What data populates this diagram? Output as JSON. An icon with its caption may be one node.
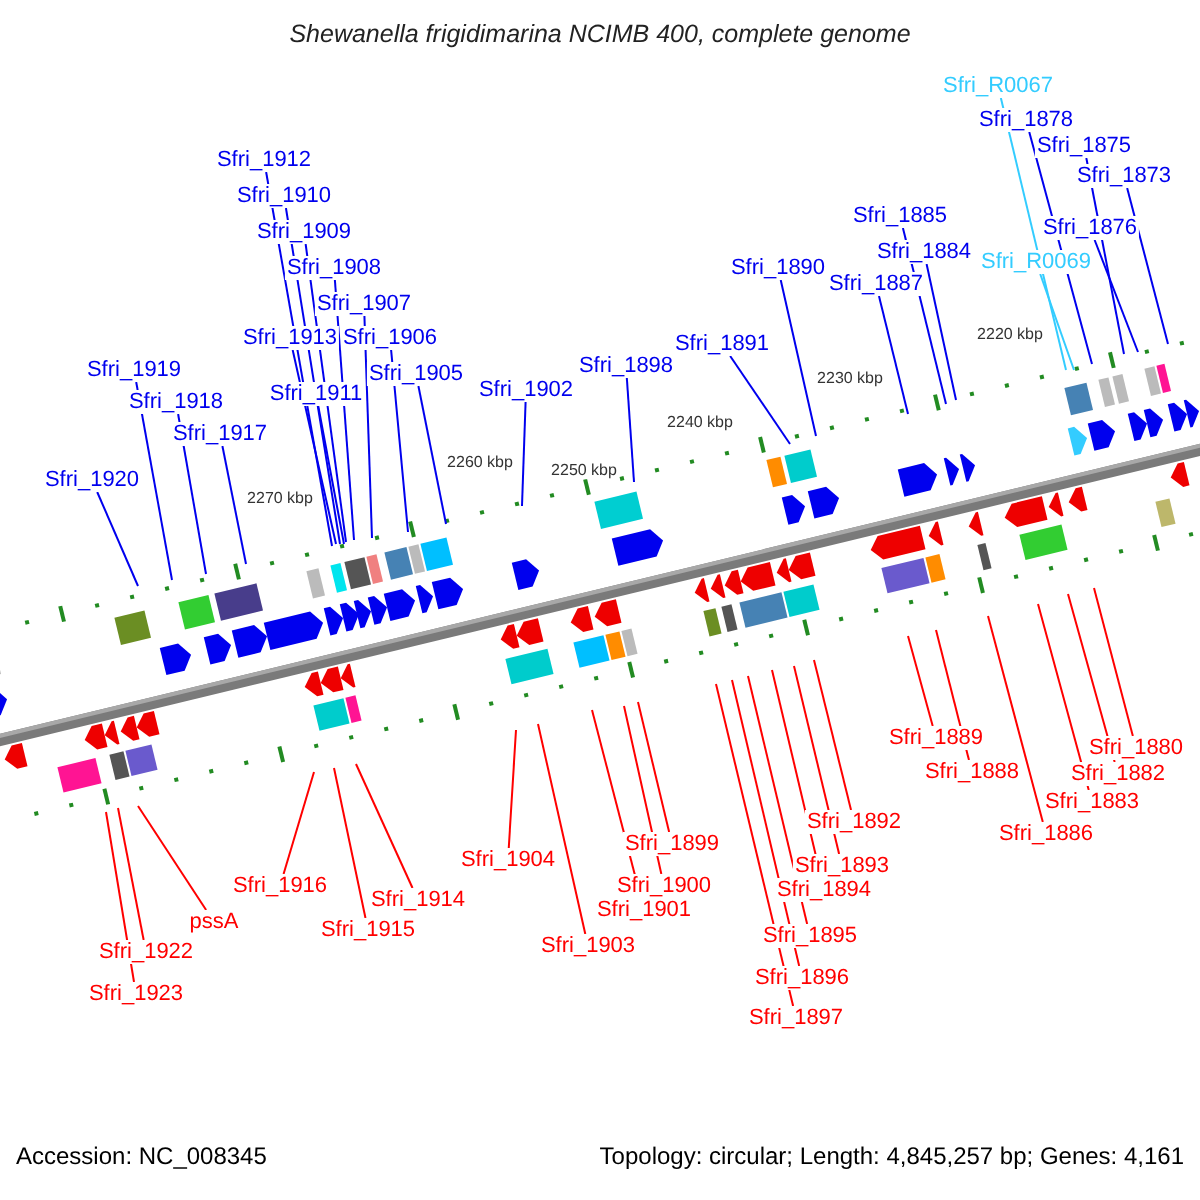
{
  "diagram": {
    "title": "Shewanella frigidimarina NCIMB 400, complete genome",
    "nodes": [
      {
        "text": [
          "Sfri_R0067"
        ]
      },
      {
        "text": [
          "Sfri_1878"
        ]
      },
      {
        "text": [
          "Sfri_1875"
        ]
      },
      {
        "text": [
          "Sfri_1912"
        ]
      },
      {
        "text": [
          "Sfri_1873"
        ]
      },
      {
        "text": [
          "Sfri_1910"
        ]
      },
      {
        "text": [
          "Sfri_1885"
        ]
      },
      {
        "text": [
          "Sfri_1876"
        ]
      },
      {
        "text": [
          "Sfri_1909"
        ]
      },
      {
        "text": [
          "Sfri_1884"
        ]
      },
      {
        "text": [
          "Sfri_R0069"
        ]
      },
      {
        "text": [
          "Sfri_1908"
        ]
      },
      {
        "text": [
          "Sfri_1890"
        ]
      },
      {
        "text": [
          "Sfri_1887"
        ]
      },
      {
        "text": [
          "Sfri_1907"
        ]
      },
      {
        "text": [
          "Sfri_1913"
        ]
      },
      {
        "text": [
          "Sfri_1906"
        ]
      },
      {
        "text": [
          "Sfri_1891"
        ]
      },
      {
        "text": [
          "Sfri_1898"
        ]
      },
      {
        "text": [
          "Sfri_1919"
        ]
      },
      {
        "text": [
          "Sfri_1905"
        ]
      },
      {
        "text": [
          "Sfri_1902"
        ]
      },
      {
        "text": [
          "Sfri_1911"
        ]
      },
      {
        "text": [
          "Sfri_1918"
        ]
      },
      {
        "text": [
          "Sfri_1917"
        ]
      },
      {
        "text": [
          "Sfri_1920"
        ]
      },
      {
        "text": [
          "Sfri_1880"
        ]
      },
      {
        "text": [
          "Sfri_1889"
        ]
      },
      {
        "text": [
          "Sfri_1882"
        ]
      },
      {
        "text": [
          "Sfri_1888"
        ]
      },
      {
        "text": [
          "Sfri_1883"
        ]
      },
      {
        "text": [
          "Sfri_1892"
        ]
      },
      {
        "text": [
          "Sfri_1886"
        ]
      },
      {
        "text": [
          "Sfri_1899"
        ]
      },
      {
        "text": [
          "Sfri_1904"
        ]
      },
      {
        "text": [
          "Sfri_1893"
        ]
      },
      {
        "text": [
          "Sfri_1916"
        ]
      },
      {
        "text": [
          "Sfri_1900"
        ]
      },
      {
        "text": [
          "Sfri_1894"
        ]
      },
      {
        "text": [
          "Sfri_1914"
        ]
      },
      {
        "text": [
          "Sfri_1901"
        ]
      },
      {
        "text": [
          "pssA"
        ]
      },
      {
        "text": [
          "Sfri_1915"
        ]
      },
      {
        "text": [
          "Sfri_1895"
        ]
      },
      {
        "text": [
          "Sfri_1903"
        ]
      },
      {
        "text": [
          "Sfri_1922"
        ]
      },
      {
        "text": [
          "Sfri_1896"
        ]
      },
      {
        "text": [
          "Sfri_1923"
        ]
      },
      {
        "text": [
          "Sfri_1897"
        ]
      }
    ],
    "edges": [
      {
        "from": 0,
        "to": null,
        "arrow": "none",
        "color": "#33ccff"
      },
      {
        "from": 1,
        "to": null,
        "arrow": "none"
      },
      {
        "from": 2,
        "to": null,
        "arrow": "none"
      },
      {
        "from": 3,
        "to": null,
        "arrow": "none"
      },
      {
        "from": 4,
        "to": null,
        "arrow": "none"
      },
      {
        "from": 5,
        "to": null,
        "arrow": "none"
      },
      {
        "from": 6,
        "to": null,
        "arrow": "none"
      },
      {
        "from": 7,
        "to": null,
        "arrow": "none"
      },
      {
        "from": 8,
        "to": null,
        "arrow": "none"
      },
      {
        "from": 9,
        "to": null,
        "arrow": "none"
      },
      {
        "from": 10,
        "to": null,
        "arrow": "none",
        "color": "#33ccff"
      },
      {
        "from": 11,
        "to": null,
        "arrow": "none"
      },
      {
        "from": 12,
        "to": null,
        "arrow": "none"
      },
      {
        "from": 13,
        "to": null,
        "arrow": "none"
      },
      {
        "from": 14,
        "to": null,
        "arrow": "none"
      },
      {
        "from": 15,
        "to": null,
        "arrow": "none"
      },
      {
        "from": 16,
        "to": null,
        "arrow": "none"
      },
      {
        "from": 17,
        "to": null,
        "arrow": "none"
      },
      {
        "from": 18,
        "to": null,
        "arrow": "none"
      },
      {
        "from": 19,
        "to": null,
        "arrow": "none"
      },
      {
        "from": 20,
        "to": null,
        "arrow": "none"
      },
      {
        "from": 21,
        "to": null,
        "arrow": "none"
      },
      {
        "from": 22,
        "to": null,
        "arrow": "none"
      },
      {
        "from": 23,
        "to": null,
        "arrow": "none"
      },
      {
        "from": 24,
        "to": null,
        "arrow": "none"
      },
      {
        "from": 25,
        "to": null,
        "arrow": "none"
      },
      {
        "from": 26,
        "to": null,
        "arrow": "none",
        "color": "#ff0000"
      },
      {
        "from": 27,
        "to": null,
        "arrow": "none",
        "color": "#ff0000"
      },
      {
        "from": 28,
        "to": null,
        "arrow": "none",
        "color": "#ff0000"
      },
      {
        "from": 29,
        "to": null,
        "arrow": "none",
        "color": "#ff0000"
      },
      {
        "from": 30,
        "to": null,
        "arrow": "none",
        "color": "#ff0000"
      },
      {
        "from": 31,
        "to": null,
        "arrow": "none",
        "color": "#ff0000"
      },
      {
        "from": 32,
        "to": null,
        "arrow": "none",
        "color": "#ff0000"
      },
      {
        "from": 33,
        "to": null,
        "arrow": "none",
        "color": "#ff0000"
      },
      {
        "from": 34,
        "to": null,
        "arrow": "none",
        "color": "#ff0000"
      },
      {
        "from": 35,
        "to": null,
        "arrow": "none",
        "color": "#ff0000"
      },
      {
        "from": 36,
        "to": null,
        "arrow": "none",
        "color": "#ff0000"
      },
      {
        "from": 37,
        "to": null,
        "arrow": "none",
        "color": "#ff0000"
      },
      {
        "from": 38,
        "to": null,
        "arrow": "none",
        "color": "#ff0000"
      },
      {
        "from": 39,
        "to": null,
        "arrow": "none",
        "color": "#ff0000"
      },
      {
        "from": 40,
        "to": null,
        "arrow": "none",
        "color": "#ff0000"
      },
      {
        "from": 41,
        "to": null,
        "arrow": "none",
        "color": "#ff0000"
      },
      {
        "from": 42,
        "to": null,
        "arrow": "none",
        "color": "#ff0000"
      },
      {
        "from": 43,
        "to": null,
        "arrow": "none",
        "color": "#ff0000"
      },
      {
        "from": 44,
        "to": null,
        "arrow": "none",
        "color": "#ff0000"
      },
      {
        "from": 45,
        "to": null,
        "arrow": "none",
        "color": "#ff0000"
      },
      {
        "from": 46,
        "to": null,
        "arrow": "none",
        "color": "#ff0000"
      },
      {
        "from": 47,
        "to": null,
        "arrow": "none",
        "color": "#ff0000"
      },
      {
        "from": 48,
        "to": null,
        "arrow": "none",
        "color": "#ff0000"
      }
    ],
    "labels": [
      "2220 kbp",
      "2230 kbp",
      "2240 kbp",
      "2250 kbp",
      "2260 kbp",
      "2270 kbp",
      "Accession: NC_008345",
      "Topology: circular; Length: 4,845,257 bp; Genes: 4,161"
    ]
  }
}
